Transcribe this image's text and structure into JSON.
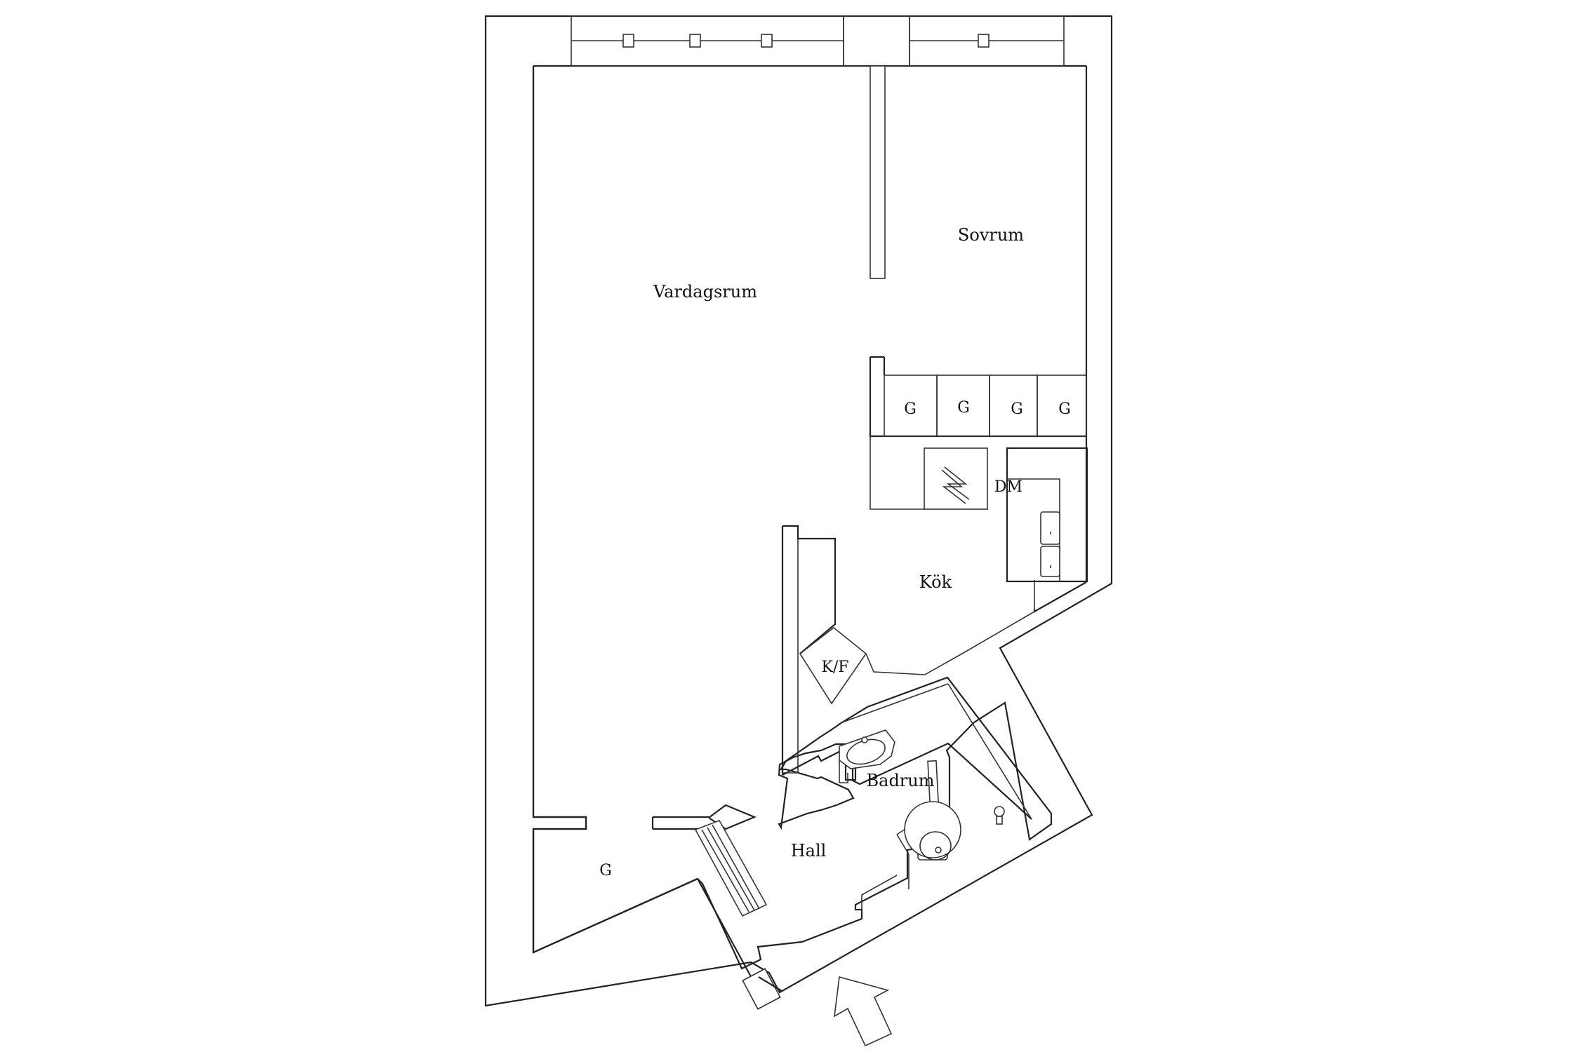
{
  "rooms": {
    "vardagsrum": "Vardagsrum",
    "sovrum": "Sovrum",
    "kok": "Kök",
    "badrum": "Badrum",
    "hall": "Hall"
  },
  "fixtures": {
    "garderob": "G",
    "diskmaskin": "DM",
    "kyl_frys": "K/F"
  },
  "colors": {
    "line": "#222222",
    "background": "#ffffff"
  },
  "icons": [
    "entrance-arrow-icon",
    "washbasin-icon",
    "toilet-icon",
    "sink-icon",
    "stove-icon",
    "radiator-icon",
    "floor-drain-icon"
  ]
}
